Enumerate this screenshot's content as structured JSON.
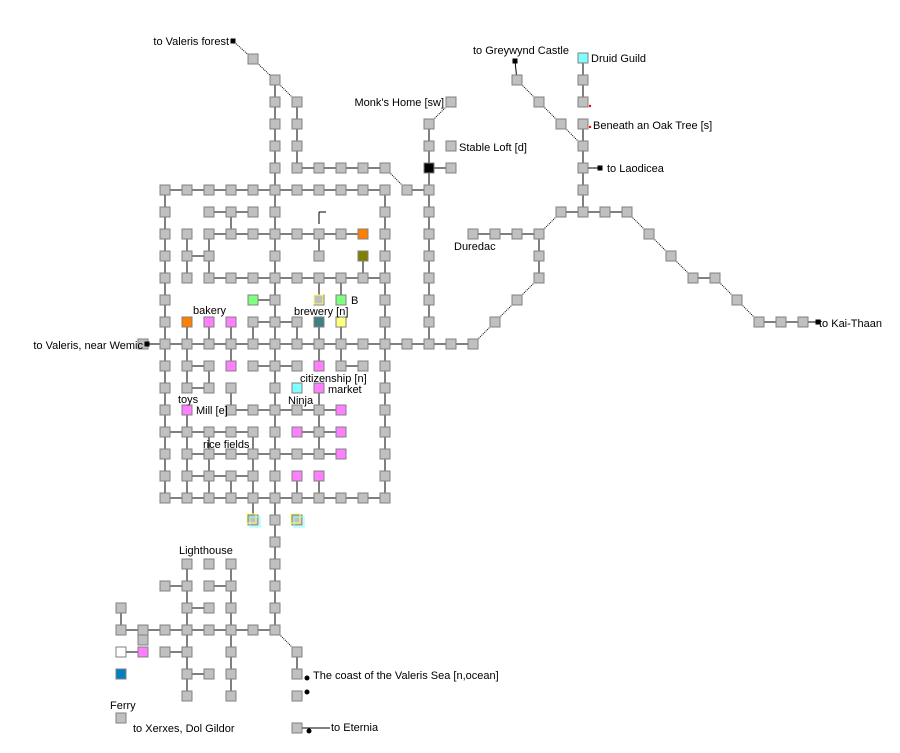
{
  "map": {
    "colors": {
      "room": "#c0c0c0",
      "current": "#000000",
      "shop_pink": "#ff80ff",
      "orange": "#ff8000",
      "olive": "#808000",
      "green": "#80ff80",
      "teal": "#408080",
      "yellow": "#ffff80",
      "cyan": "#80ffff",
      "blue": "#0080c0",
      "exit_marker": "#000000",
      "note_red": "#ff0000"
    },
    "labels": {
      "valeris_forest": "to Valeris forest",
      "greywynd": "to Greywynd Castle",
      "druid_guild": "Druid Guild",
      "monks_home": "Monk's Home [sw]",
      "beneath_oak": "Beneath an Oak Tree [s]",
      "stable_loft": "Stable Loft [d]",
      "laodicea": "to Laodicea",
      "duredac": "Duredac",
      "kai_thaan": "to Kai-Thaan",
      "valeris_wemic": "to Valeris, near Wemic",
      "bakery": "bakery",
      "brewery": "brewery [n]",
      "b": "B",
      "citizenship": "citizenship [n]",
      "market": "market",
      "ninja": "Ninja",
      "toys": "toys",
      "mill": "Mill [e]",
      "rice_fields": "rice fields",
      "lighthouse": "Lighthouse",
      "coast": "The coast of the Valeris Sea [n,ocean]",
      "ferry": "Ferry",
      "xerxes": "to Xerxes, Dol Gildor",
      "eternia": "to Eternia"
    }
  }
}
